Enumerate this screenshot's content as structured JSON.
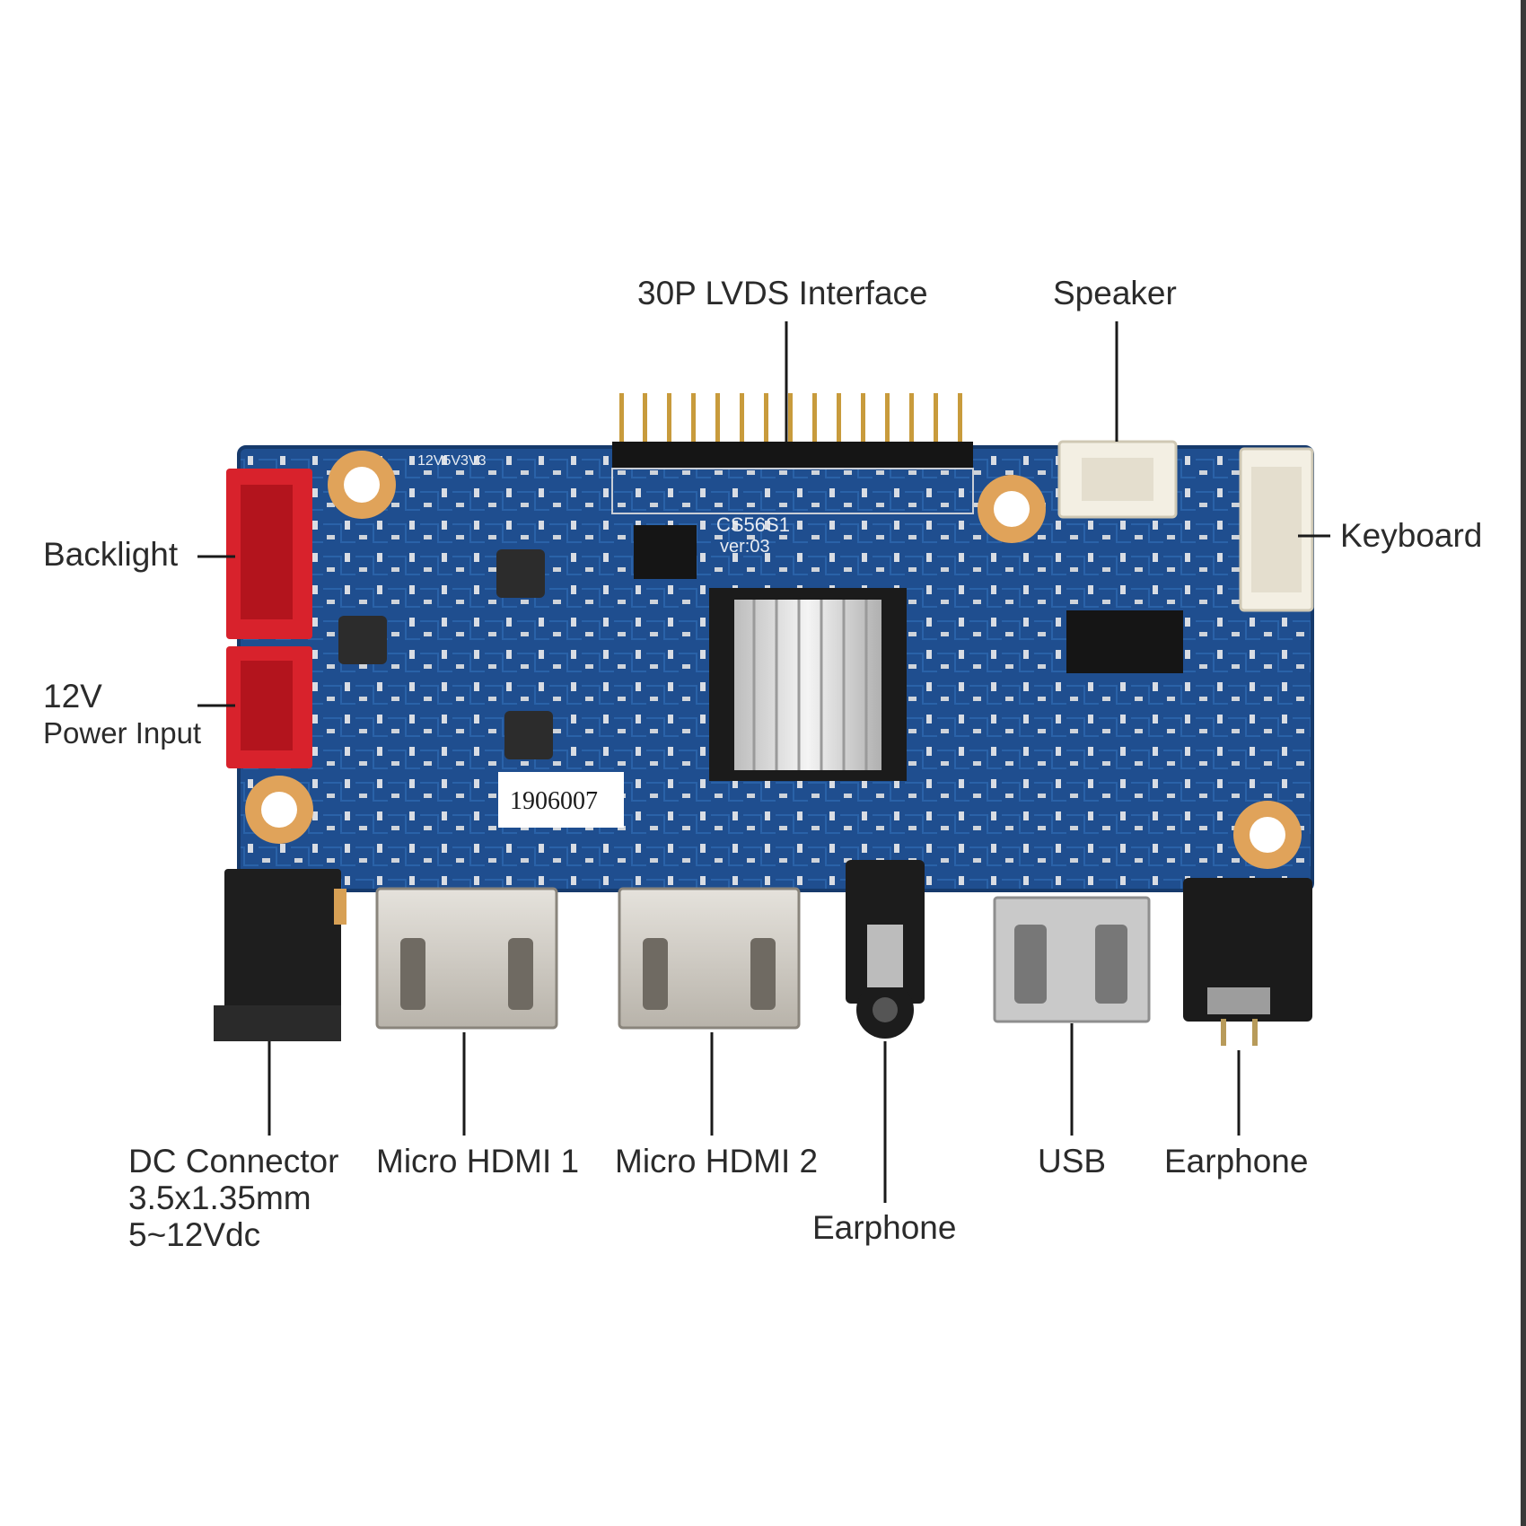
{
  "labels": {
    "lvds": "30P LVDS Interface",
    "speaker": "Speaker",
    "keyboard": "Keyboard",
    "backlight": "Backlight",
    "power_line1": "12V",
    "power_line2": "Power Input",
    "dc_line1": "DC Connector",
    "dc_line2": "3.5x1.35mm",
    "dc_line3": "5~12Vdc",
    "hdmi1": "Micro HDMI 1",
    "hdmi2": "Micro HDMI 2",
    "earphone_mid": "Earphone",
    "usb": "USB",
    "earphone_right": "Earphone"
  },
  "board": {
    "model": "CS56S1",
    "version": "ver:03",
    "sticker": "1906007",
    "voltage_marks": "12V5V3V3"
  },
  "colors": {
    "pcb": "#1f4e8f",
    "pcb_dark": "#163a6c",
    "connector_red": "#d8222c",
    "connector_white": "#f3efe3",
    "metal": "#c8c8c8",
    "gold": "#e0a35a",
    "line": "#1a1a1a"
  }
}
